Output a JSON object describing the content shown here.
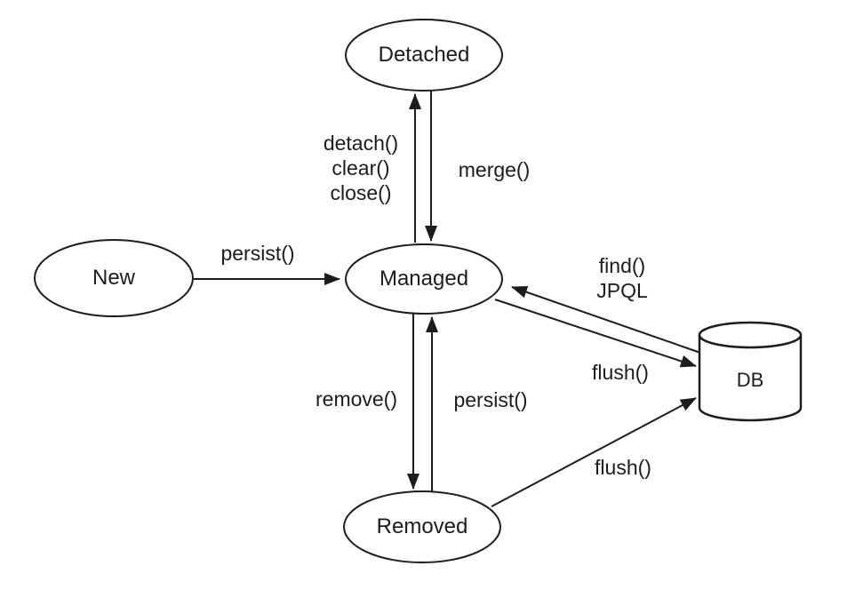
{
  "canvas": {
    "background": "#ffffff",
    "line_color": "#1c1c1c",
    "text_color": "#1c1c1c"
  },
  "nodes": {
    "detached": {
      "label": "Detached"
    },
    "new_state": {
      "label": "New"
    },
    "managed": {
      "label": "Managed"
    },
    "removed": {
      "label": "Removed"
    },
    "db": {
      "label": "DB"
    }
  },
  "edges": {
    "new_to_managed": {
      "label": "persist()"
    },
    "managed_to_detached": {
      "label": "detach()\nclear()\nclose()"
    },
    "detached_to_managed": {
      "label": "merge()"
    },
    "managed_to_removed": {
      "label": "remove()"
    },
    "removed_to_managed": {
      "label": "persist()"
    },
    "db_to_managed": {
      "label": "find()\nJPQL"
    },
    "managed_to_db": {
      "label": "flush()"
    },
    "removed_to_db": {
      "label": "flush()"
    }
  }
}
